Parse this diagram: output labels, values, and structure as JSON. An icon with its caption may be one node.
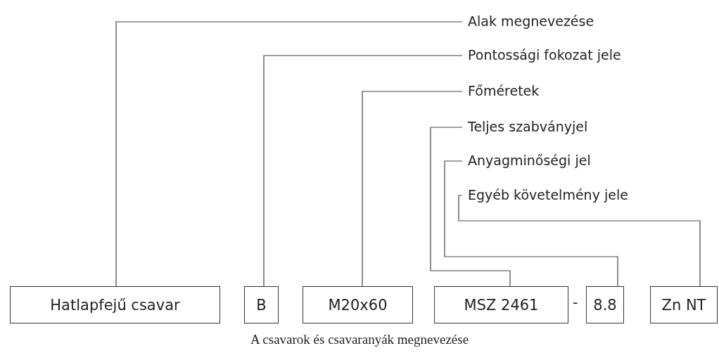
{
  "diagram": {
    "caption": "A csavarok és csavaranyák megnevezése",
    "nodes": [
      {
        "text": [
          "Alak megnevezése"
        ]
      },
      {
        "text": [
          "Pontossági fokozat jele"
        ]
      },
      {
        "text": [
          "Főméretek"
        ]
      },
      {
        "text": [
          "Teljes szabványjel"
        ]
      },
      {
        "text": [
          "Anyagminőségi jel"
        ]
      },
      {
        "text": [
          "Egyéb követelmény jele"
        ]
      },
      {
        "text": [
          "Hatlapfejű csavar"
        ]
      },
      {
        "text": [
          "B"
        ]
      },
      {
        "text": [
          "M20x60"
        ]
      },
      {
        "text": [
          "MSZ 2461"
        ]
      },
      {
        "text": [
          "8.8"
        ]
      },
      {
        "text": [
          "Zn NT"
        ]
      }
    ],
    "edges": [
      {
        "from": 0,
        "to": 6,
        "arrow": "none"
      },
      {
        "from": 1,
        "to": 7,
        "arrow": "none"
      },
      {
        "from": 2,
        "to": 8,
        "arrow": "none"
      },
      {
        "from": 3,
        "to": 9,
        "arrow": "none"
      },
      {
        "from": 4,
        "to": 10,
        "arrow": "none"
      },
      {
        "from": 5,
        "to": 11,
        "arrow": "none"
      }
    ],
    "labels": [
      "-"
    ]
  }
}
